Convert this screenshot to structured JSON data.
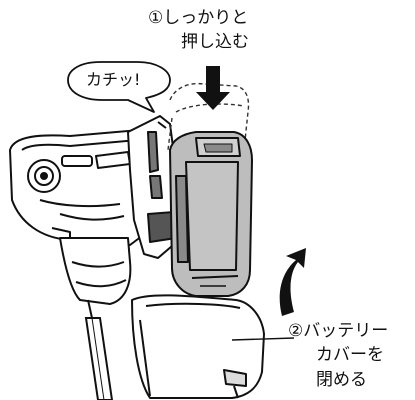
{
  "steps": [
    {
      "number": "①",
      "lines": [
        "しっかりと",
        "押し込む"
      ]
    },
    {
      "number": "②",
      "lines": [
        "バッテリー",
        "カバーを",
        "閉める"
      ]
    }
  ],
  "callout": {
    "text": "カチッ!"
  },
  "colors": {
    "outline": "#111111",
    "battery_fill": "#bdbdbd",
    "battery_dark": "#8a8a8a",
    "tool_fill": "#ffffff"
  },
  "icons": [
    "down-arrow-icon",
    "curved-up-arrow-icon",
    "speech-bubble-icon"
  ]
}
